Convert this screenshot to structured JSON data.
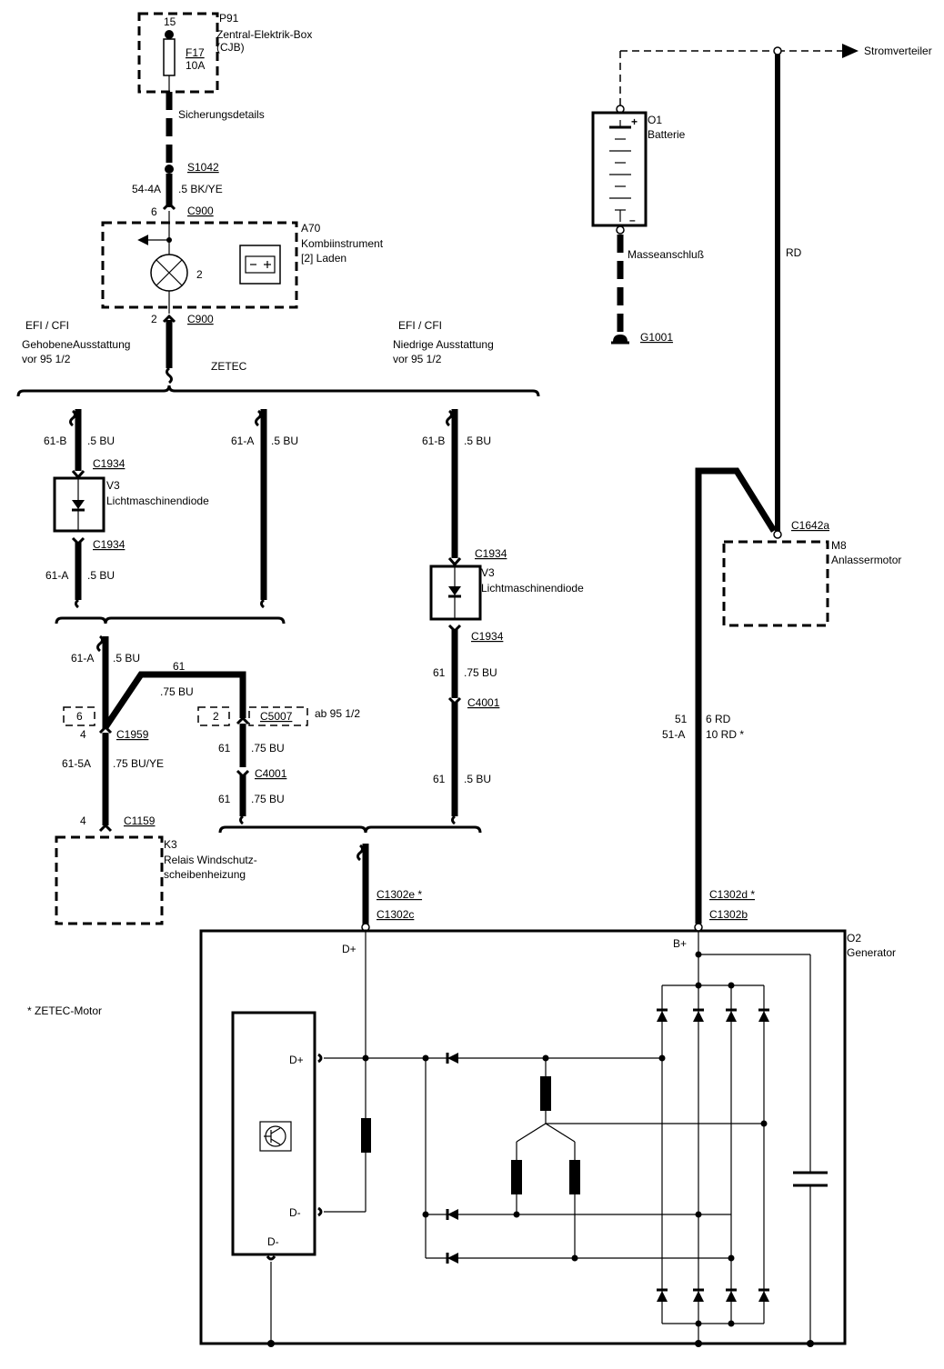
{
  "labels": {
    "p91_pin": "15",
    "p91_name": "P91",
    "p91_desc1": "Zentral-Elektrik-Box",
    "p91_desc2": "(CJB)",
    "f17": "F17",
    "f17_amp": "10A",
    "sicherung": "Sicherungsdetails",
    "s1042": "S1042",
    "w54_4a": "54-4A",
    "w54_4a_spec": ".5 BK/YE",
    "c900_pin_top": "6",
    "c900_top": "C900",
    "a70_name": "A70",
    "a70_desc1": "Kombiinstrument",
    "a70_desc2": "[2] Laden",
    "a70_pin2": "2",
    "c900_pin_bot": "2",
    "c900_bot": "C900",
    "efi_left": "EFI / CFI",
    "gehobene": "GehobeneAusstattung",
    "vor95_left": "vor 95 1/2",
    "zetec": "ZETEC",
    "efi_right": "EFI / CFI",
    "niedrige": "Niedrige Ausstattung",
    "vor95_right": "vor 95 1/2",
    "w61b_l": "61-B",
    "w61b_l_spec": ".5 BU",
    "c1934_a": "C1934",
    "v3_a": "V3",
    "v3_a_desc": "Lichtmaschinendiode",
    "c1934_b": "C1934",
    "w61a_l": "61-A",
    "w61a_l_spec": ".5 BU",
    "w61a_m": "61-A",
    "w61a_m_spec": ".5 BU",
    "w61b_r": "61-B",
    "w61b_r_spec": ".5 BU",
    "c1934_c": "C1934",
    "v3_b": "V3",
    "v3_b_desc": "Lichtmaschinendiode",
    "c1934_d": "C1934",
    "w61_r1": "61",
    "w61_r1_spec": ".75 BU",
    "c4001_r": "C4001",
    "w61_r2": "61",
    "w61_r2_spec": ".5 BU",
    "w61a_bl": "61-A",
    "w61a_bl_spec": ".5 BU",
    "w61_top": "61",
    "w61_top_spec": ".75 BU",
    "c1959_pin6": "6",
    "c1959_pin4": "4",
    "c1959": "C1959",
    "c5007_pin2": "2",
    "c5007": "C5007",
    "ab95": "ab 95 1/2",
    "w61_m1": "61",
    "w61_m1_spec": ".75 BU",
    "c4001_m": "C4001",
    "w61_m2": "61",
    "w61_m2_spec": ".75 BU",
    "w61_5a": "61-5A",
    "w61_5a_spec": ".75 BU/YE",
    "c1159_pin": "4",
    "c1159": "C1159",
    "k3_name": "K3",
    "k3_desc1": "Relais Windschutz-",
    "k3_desc2": "scheibenheizung",
    "c1302e": "C1302e *",
    "c1302c": "C1302c",
    "c1302d": "C1302d *",
    "c1302b": "C1302b",
    "o2_name": "O2",
    "o2_desc": "Generator",
    "dplus_top": "D+",
    "bplus": "B+",
    "dplus_reg": "D+",
    "dminus_reg": "D-",
    "dminus_bot": "D-",
    "zetec_motor": "* ZETEC-Motor",
    "stromverteiler": "Stromverteiler",
    "o1_name": "O1",
    "o1_desc": "Batterie",
    "masse": "Masseanschluß",
    "g1001": "G1001",
    "rd": "RD",
    "c1642a": "C1642a",
    "m8_name": "M8",
    "m8_desc": "Anlassermotor",
    "w51": "51",
    "w51_spec": "6 RD",
    "w51a": "51-A",
    "w51a_spec": "10 RD  *"
  },
  "icons": [
    "lamp-icon",
    "battery-symbol-icon",
    "diode-icon",
    "fuse-icon",
    "transistor-icon",
    "capacitor-icon",
    "ground-icon",
    "arrow-icon"
  ]
}
